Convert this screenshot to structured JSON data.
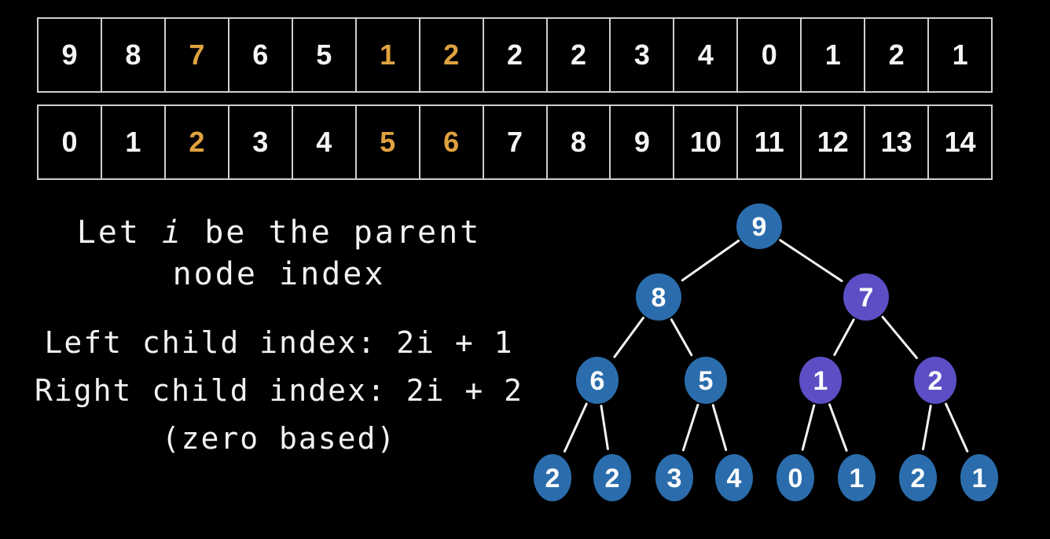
{
  "colors": {
    "background": "#000000",
    "cell_border": "#cfcfcf",
    "number_default": "#f5f5f5",
    "number_highlight": "#dfa23f",
    "node_blue": "#2b6dac",
    "node_purple": "#5c4fc5",
    "node_text": "#ffffff",
    "edge": "#f2f2f2"
  },
  "value_row": {
    "cells": [
      {
        "text": "9",
        "highlight": false
      },
      {
        "text": "8",
        "highlight": false
      },
      {
        "text": "7",
        "highlight": true
      },
      {
        "text": "6",
        "highlight": false
      },
      {
        "text": "5",
        "highlight": false
      },
      {
        "text": "1",
        "highlight": true
      },
      {
        "text": "2",
        "highlight": true
      },
      {
        "text": "2",
        "highlight": false
      },
      {
        "text": "2",
        "highlight": false
      },
      {
        "text": "3",
        "highlight": false
      },
      {
        "text": "4",
        "highlight": false
      },
      {
        "text": "0",
        "highlight": false
      },
      {
        "text": "1",
        "highlight": false
      },
      {
        "text": "2",
        "highlight": false
      },
      {
        "text": "1",
        "highlight": false
      }
    ]
  },
  "index_row": {
    "cells": [
      {
        "text": "0",
        "highlight": false
      },
      {
        "text": "1",
        "highlight": false
      },
      {
        "text": "2",
        "highlight": true
      },
      {
        "text": "3",
        "highlight": false
      },
      {
        "text": "4",
        "highlight": false
      },
      {
        "text": "5",
        "highlight": true
      },
      {
        "text": "6",
        "highlight": true
      },
      {
        "text": "7",
        "highlight": false
      },
      {
        "text": "8",
        "highlight": false
      },
      {
        "text": "9",
        "highlight": false
      },
      {
        "text": "10",
        "highlight": false
      },
      {
        "text": "11",
        "highlight": false
      },
      {
        "text": "12",
        "highlight": false
      },
      {
        "text": "13",
        "highlight": false
      },
      {
        "text": "14",
        "highlight": false
      }
    ]
  },
  "explanation": {
    "title_pre": "Let ",
    "title_var": "i",
    "title_post": " be the parent",
    "title_line2": "node index",
    "left_child": "Left child index: 2i + 1",
    "right_child": "Right child index: 2i + 2",
    "note": "(zero based)"
  },
  "tree": {
    "levels": [
      [
        {
          "value": "9",
          "color": "blue"
        }
      ],
      [
        {
          "value": "8",
          "color": "blue"
        },
        {
          "value": "7",
          "color": "purple"
        }
      ],
      [
        {
          "value": "6",
          "color": "blue"
        },
        {
          "value": "5",
          "color": "blue"
        },
        {
          "value": "1",
          "color": "purple"
        },
        {
          "value": "2",
          "color": "purple"
        }
      ],
      [
        {
          "value": "2",
          "color": "blue"
        },
        {
          "value": "2",
          "color": "blue"
        },
        {
          "value": "3",
          "color": "blue"
        },
        {
          "value": "4",
          "color": "blue"
        },
        {
          "value": "0",
          "color": "blue"
        },
        {
          "value": "1",
          "color": "blue"
        },
        {
          "value": "2",
          "color": "blue"
        },
        {
          "value": "1",
          "color": "blue"
        }
      ]
    ]
  }
}
